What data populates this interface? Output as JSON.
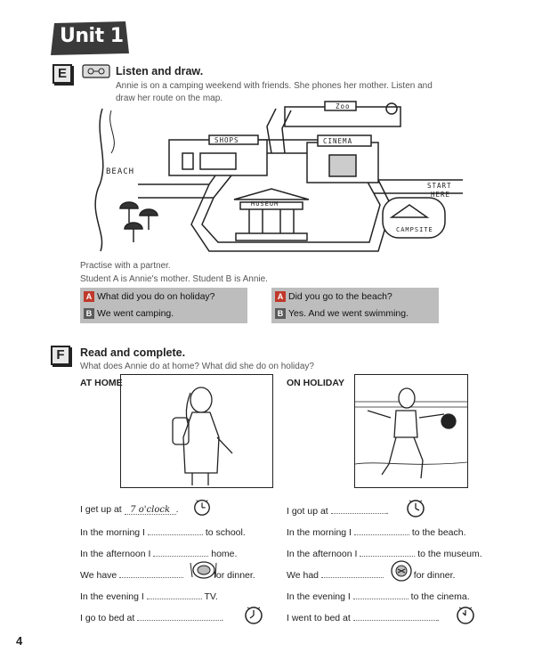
{
  "unit": {
    "title": "Unit 1"
  },
  "section_e": {
    "letter": "E",
    "heading": "Listen and draw.",
    "instruction_line1": "Annie is on a camping weekend with friends. She phones her mother. Listen and",
    "instruction_line2": "draw her route on the map.",
    "map_labels": {
      "zoo": "Zoo",
      "shops": "SHOPS",
      "cinema": "CINEMA",
      "beach": "BEACH",
      "start": "START",
      "here": "HERE",
      "museum": "MUSEUM",
      "campsite": "CAMPSITE"
    },
    "practise": "Practise with a partner.",
    "roles": "Student A is Annie's mother. Student B is Annie.",
    "dialogues": [
      {
        "a_letter": "A",
        "a_text": "What did you do on holiday?",
        "b_letter": "B",
        "b_text": "We went camping."
      },
      {
        "a_letter": "A",
        "a_text": "Did you go to the beach?",
        "b_letter": "B",
        "b_text": "Yes. And we went swimming."
      }
    ]
  },
  "section_f": {
    "letter": "F",
    "heading": "Read and complete.",
    "instruction": "What does Annie do at home? What did she do on holiday?",
    "col_home": "AT HOME",
    "col_holiday": "ON HOLIDAY",
    "home_lines": [
      {
        "before": "I get up at",
        "answer": "7 o'clock",
        "after": ".",
        "icon": "clock-icon"
      },
      {
        "before": "In the morning I",
        "after": "to school.",
        "icon": ""
      },
      {
        "before": "In the afternoon I",
        "after": "home.",
        "icon": ""
      },
      {
        "before": "We have",
        "after": "for dinner.",
        "icon": "dinner-plate-icon"
      },
      {
        "before": "In the evening I",
        "after": "TV.",
        "icon": ""
      },
      {
        "before": "I go to bed at",
        "after": ".",
        "icon": "clock-icon"
      }
    ],
    "holiday_lines": [
      {
        "before": "I got up at",
        "after": ".",
        "icon": "clock-icon"
      },
      {
        "before": "In the morning I",
        "after": "to the beach.",
        "icon": ""
      },
      {
        "before": "In the afternoon I",
        "after": "to the museum.",
        "icon": ""
      },
      {
        "before": "We had",
        "after": "for dinner.",
        "icon": "dinner-plate-icon"
      },
      {
        "before": "In the evening I",
        "after": "to the cinema.",
        "icon": ""
      },
      {
        "before": "I went to bed at",
        "after": ".",
        "icon": "clock-icon"
      }
    ]
  },
  "page_number": "4"
}
